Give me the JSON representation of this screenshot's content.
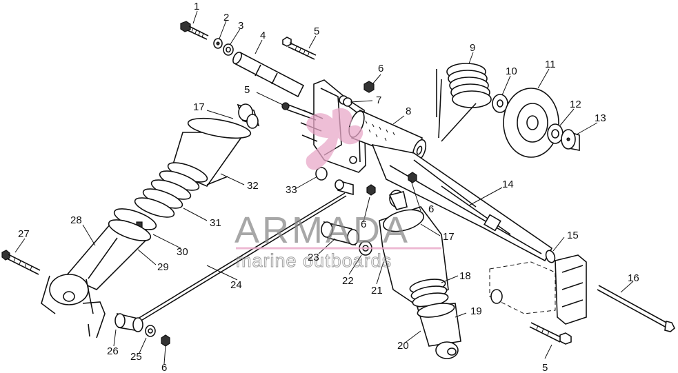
{
  "watermark": {
    "brand": "ARMADA",
    "tagline": "marine outboards",
    "accent_color": "#e8a8c8",
    "text_color": "#8a8a8a"
  },
  "callouts": [
    {
      "id": "c1",
      "text": "1"
    },
    {
      "id": "c2",
      "text": "2"
    },
    {
      "id": "c3",
      "text": "3"
    },
    {
      "id": "c4",
      "text": "4"
    },
    {
      "id": "c5a",
      "text": "5"
    },
    {
      "id": "c5b",
      "text": "5"
    },
    {
      "id": "c5c",
      "text": "5"
    },
    {
      "id": "c6a",
      "text": "6"
    },
    {
      "id": "c6b",
      "text": "6"
    },
    {
      "id": "c6c",
      "text": "6"
    },
    {
      "id": "c6d",
      "text": "6"
    },
    {
      "id": "c7",
      "text": "7"
    },
    {
      "id": "c8",
      "text": "8"
    },
    {
      "id": "c9",
      "text": "9"
    },
    {
      "id": "c10",
      "text": "10"
    },
    {
      "id": "c11",
      "text": "11"
    },
    {
      "id": "c12",
      "text": "12"
    },
    {
      "id": "c13",
      "text": "13"
    },
    {
      "id": "c14",
      "text": "14"
    },
    {
      "id": "c15",
      "text": "15"
    },
    {
      "id": "c16",
      "text": "16"
    },
    {
      "id": "c17a",
      "text": "17"
    },
    {
      "id": "c17b",
      "text": "17"
    },
    {
      "id": "c18",
      "text": "18"
    },
    {
      "id": "c19",
      "text": "19"
    },
    {
      "id": "c20",
      "text": "20"
    },
    {
      "id": "c21",
      "text": "21"
    },
    {
      "id": "c22",
      "text": "22"
    },
    {
      "id": "c23",
      "text": "23"
    },
    {
      "id": "c24",
      "text": "24"
    },
    {
      "id": "c25",
      "text": "25"
    },
    {
      "id": "c26",
      "text": "26"
    },
    {
      "id": "c27",
      "text": "27"
    },
    {
      "id": "c28",
      "text": "28"
    },
    {
      "id": "c29",
      "text": "29"
    },
    {
      "id": "c30",
      "text": "30"
    },
    {
      "id": "c31",
      "text": "31"
    },
    {
      "id": "c32",
      "text": "32"
    },
    {
      "id": "c33",
      "text": "33"
    }
  ]
}
